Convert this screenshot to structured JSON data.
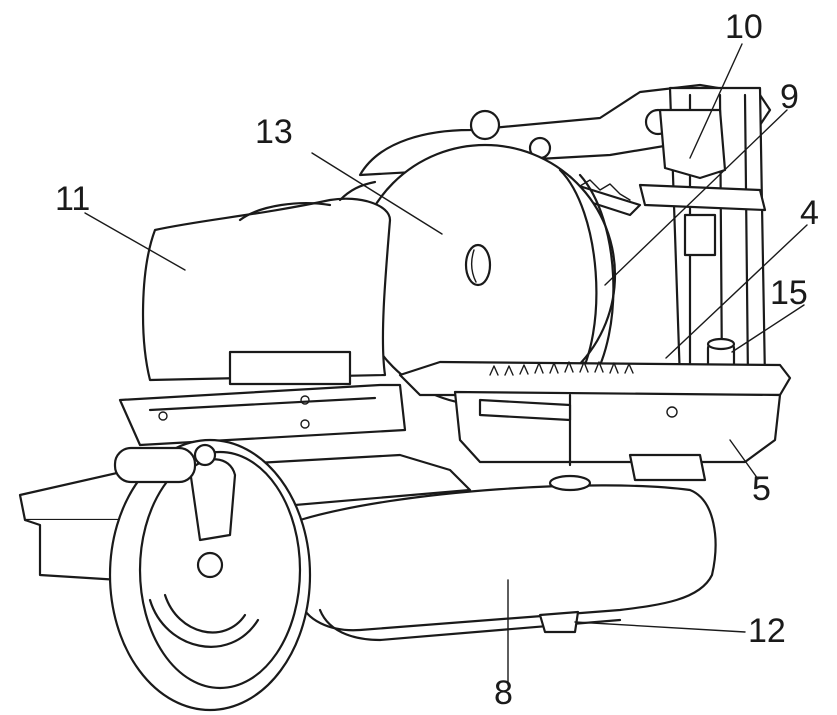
{
  "diagram": {
    "callouts": [
      {
        "id": "label-10",
        "text": "10"
      },
      {
        "id": "label-9",
        "text": "9"
      },
      {
        "id": "label-13",
        "text": "13"
      },
      {
        "id": "label-11",
        "text": "11"
      },
      {
        "id": "label-4",
        "text": "4"
      },
      {
        "id": "label-15",
        "text": "15"
      },
      {
        "id": "label-5",
        "text": "5"
      },
      {
        "id": "label-12",
        "text": "12"
      },
      {
        "id": "label-8",
        "text": "8"
      }
    ]
  }
}
